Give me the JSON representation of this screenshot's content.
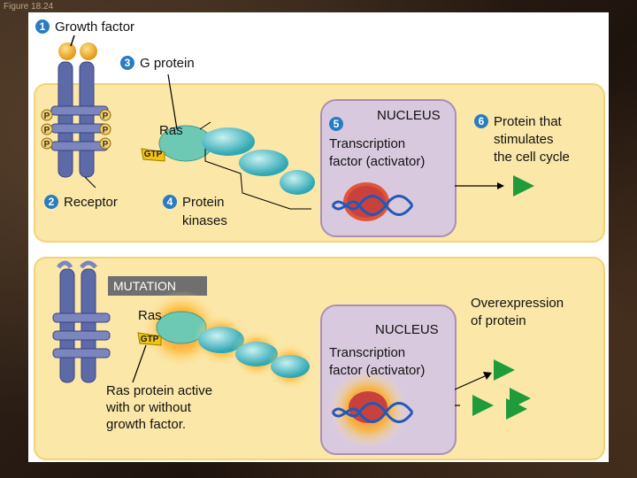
{
  "figure_label": "Figure 18.24",
  "top": {
    "growth_factor": {
      "num": "1",
      "label": "Growth factor"
    },
    "g_protein": {
      "num": "3",
      "label": "G protein"
    },
    "receptor": {
      "num": "2",
      "label": "Receptor"
    },
    "protein_kinases": {
      "num": "4",
      "label_line1": "Protein",
      "label_line2": "kinases"
    },
    "ras": "Ras",
    "gtp": "GTP",
    "phosphate": "P",
    "nucleus": "NUCLEUS",
    "transcription_factor": {
      "num": "5",
      "line1": "Transcription",
      "line2": "factor (activator)"
    },
    "protein_cycle": {
      "num": "6",
      "line1": "Protein that",
      "line2": "stimulates",
      "line3": "the cell cycle"
    }
  },
  "bottom": {
    "mutation": "MUTATION",
    "ras": "Ras",
    "gtp": "GTP",
    "nucleus": "NUCLEUS",
    "transcription_line1": "Transcription",
    "transcription_line2": "factor (activator)",
    "overexpression_line1": "Overexpression",
    "overexpression_line2": "of protein",
    "ras_note_line1": "Ras protein active",
    "ras_note_line2": "with or without",
    "ras_note_line3": "growth factor."
  },
  "colors": {
    "receptor": "#5d6aa8",
    "ras": "#6ec9b4",
    "kinase": "#4fb9c7",
    "gtp": "#f1c40f",
    "green_arrow": "#1f9b3a",
    "number_badge": "#2a7cc1"
  }
}
